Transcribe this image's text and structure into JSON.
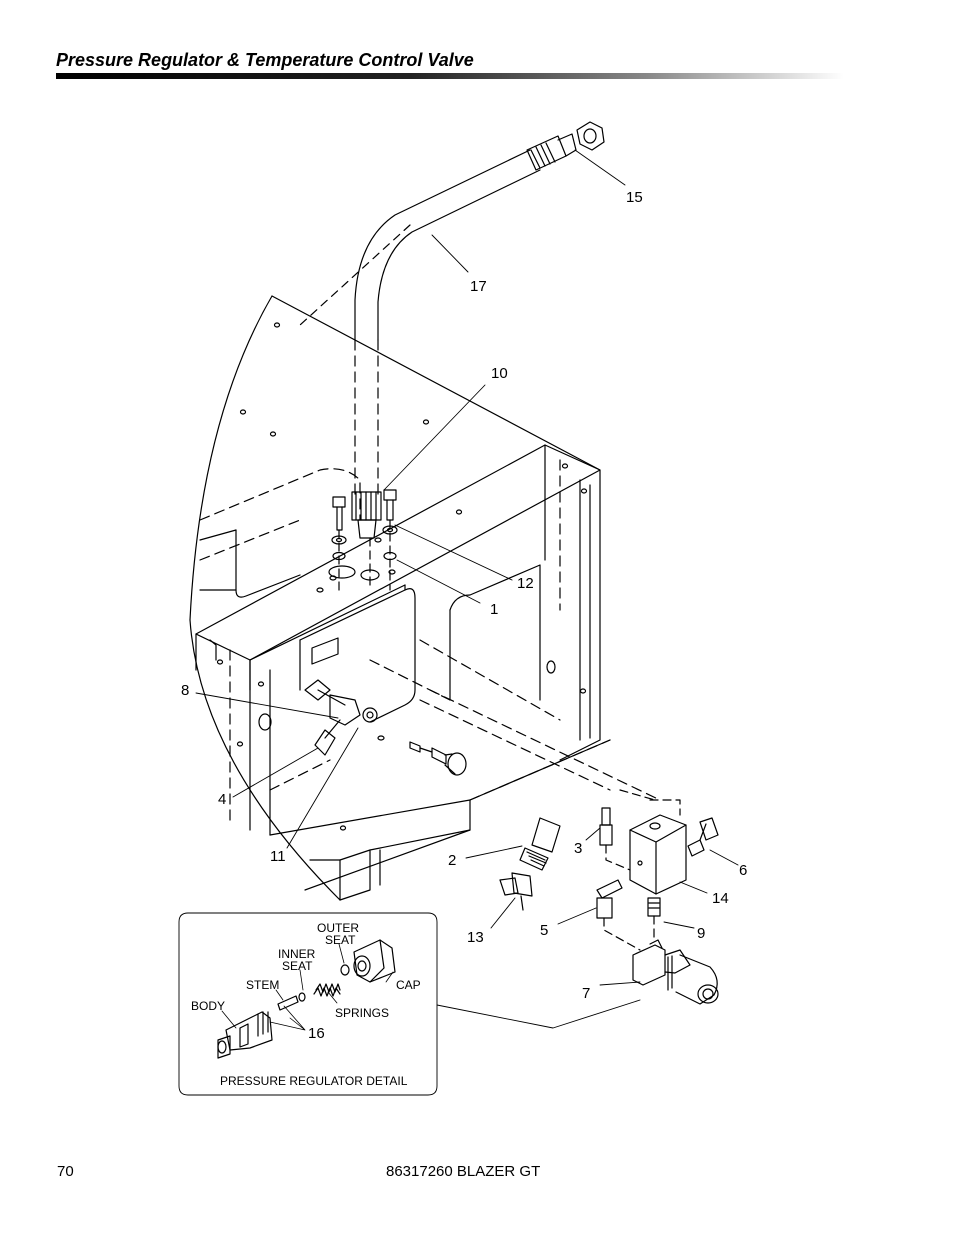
{
  "header": {
    "title": "Pressure Regulator & Temperature Control Valve"
  },
  "callouts": {
    "c1": "1",
    "c2": "2",
    "c3": "3",
    "c4": "4",
    "c5": "5",
    "c6": "6",
    "c7": "7",
    "c8": "8",
    "c9": "9",
    "c10": "10",
    "c11": "11",
    "c12": "12",
    "c13": "13",
    "c14": "14",
    "c15": "15",
    "c16": "16",
    "c17": "17"
  },
  "detail": {
    "title": "PRESSURE REGULATOR DETAIL",
    "labels": {
      "outer": "OUTER",
      "seat1": "SEAT",
      "inner": "INNER",
      "seat2": "SEAT",
      "stem": "STEM",
      "cap": "CAP",
      "body": "BODY",
      "springs": "SPRINGS"
    }
  },
  "footer": {
    "page": "70",
    "doc": "86317260 BLAZER GT"
  }
}
